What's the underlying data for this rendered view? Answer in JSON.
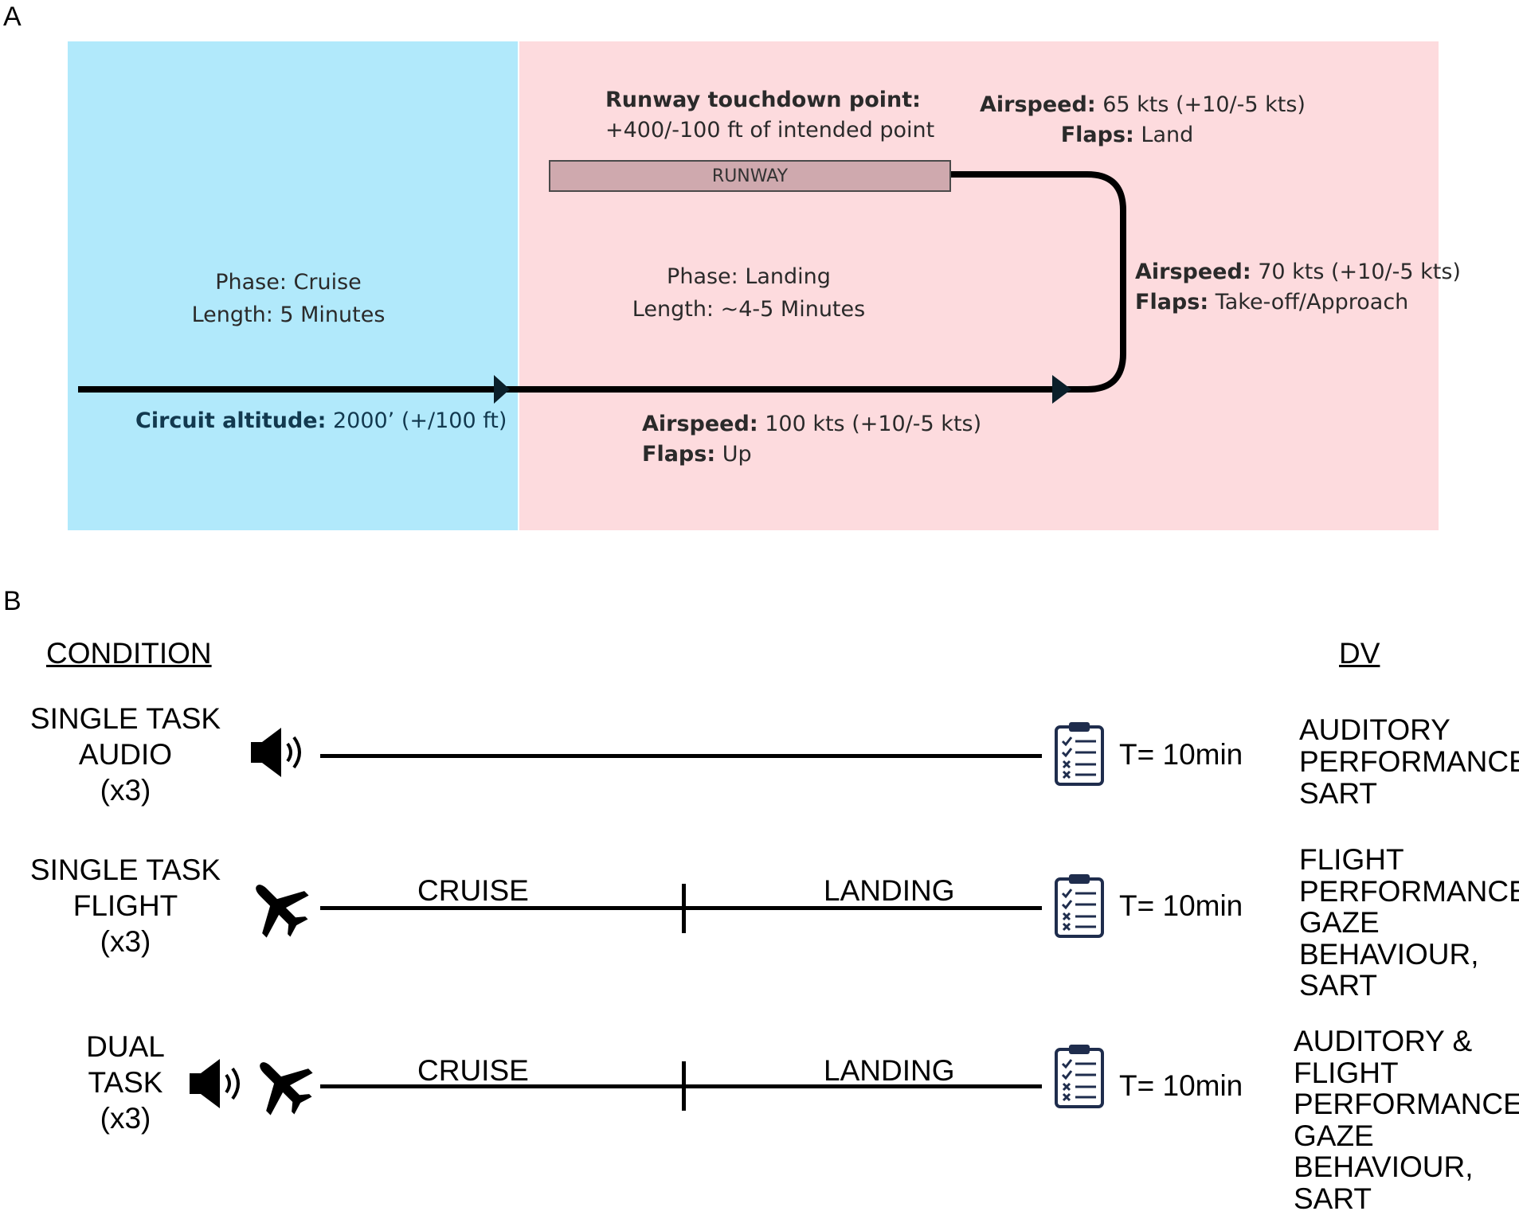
{
  "panel_a": {
    "label": "A",
    "cruise": {
      "phase": "Phase: Cruise",
      "length": "Length: 5 Minutes",
      "altitude_label": "Circuit altitude:",
      "altitude_value": " 2000’ (+/100 ft)"
    },
    "landing": {
      "phase": "Phase: Landing",
      "length": "Length: ~4-5 Minutes",
      "touchdown_title": "Runway touchdown point:",
      "touchdown_value": "+400/-100 ft of intended point",
      "runway_label": "RUNWAY",
      "final": {
        "airspeed_label": "Airspeed:",
        "airspeed_value": " 65 kts (+10/-5 kts)",
        "flaps_label": "Flaps:",
        "flaps_value": " Land"
      },
      "base": {
        "airspeed_label": "Airspeed:",
        "airspeed_value": " 70 kts (+10/-5 kts)",
        "flaps_label": "Flaps:",
        "flaps_value": " Take-off/Approach"
      },
      "downwind": {
        "airspeed_label": "Airspeed:",
        "airspeed_value": " 100 kts (+10/-5 kts)",
        "flaps_label": "Flaps:",
        "flaps_value": " Up"
      }
    },
    "colors": {
      "cruise_bg": "#b1e9fb",
      "landing_bg": "#fddbde",
      "runway": "#cfa9ae",
      "path": "#0b1f2a"
    }
  },
  "panel_b": {
    "label": "B",
    "condition_header": "CONDITION",
    "dv_header": "DV",
    "rows": [
      {
        "condition_lines": [
          "SINGLE TASK",
          "AUDIO",
          "(x3)"
        ],
        "icons": [
          "speaker-icon"
        ],
        "segment_labels": [],
        "time": "T= 10min",
        "dv_lines": [
          "AUDITORY",
          "PERFORMANCE,",
          "SART"
        ]
      },
      {
        "condition_lines": [
          "SINGLE TASK",
          "FLIGHT",
          "(x3)"
        ],
        "icons": [
          "airplane-icon"
        ],
        "segment_labels": [
          "CRUISE",
          "LANDING"
        ],
        "time": "T= 10min",
        "dv_lines": [
          "FLIGHT",
          "PERFORMANCE,",
          "GAZE",
          "BEHAVIOUR,",
          "SART"
        ]
      },
      {
        "condition_lines": [
          "DUAL",
          "TASK",
          "(x3)"
        ],
        "icons": [
          "speaker-icon",
          "airplane-icon"
        ],
        "segment_labels": [
          "CRUISE",
          "LANDING"
        ],
        "time": "T= 10min",
        "dv_lines": [
          "AUDITORY &",
          "FLIGHT",
          "PERFORMANCE,",
          "GAZE",
          "BEHAVIOUR,",
          "SART"
        ]
      }
    ],
    "icon_color": "#1f2d4d"
  }
}
